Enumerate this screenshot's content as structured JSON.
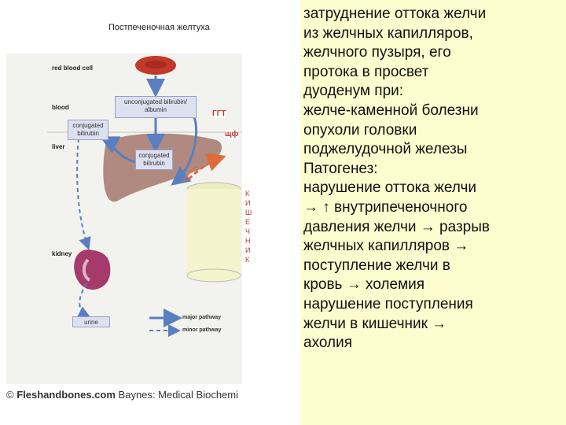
{
  "figure": {
    "title": "Постпеченочная желтуха",
    "labels": {
      "red_blood_cell": "red blood cell",
      "blood": "blood",
      "liver": "liver",
      "kidney": "kidney"
    },
    "boxes": {
      "unconjugated": "unconjugated bilirubin/ albumin",
      "conjugated_blood": "conjugated bilirubin",
      "conjugated_liver": "conjugated bilirubin",
      "urine": "urine"
    },
    "enzymes": {
      "ggt": "ГГТ",
      "alp": "щф"
    },
    "intestine_letters": [
      "К",
      "И",
      "Ш",
      "Е",
      "Ч",
      "Н",
      "И",
      "К"
    ],
    "legend": {
      "major": "major pathway",
      "minor": "minor pathway"
    },
    "credit": {
      "site": "Fleshandbones.com",
      "source": "Baynes: Medical Biochemi"
    },
    "colors": {
      "arrow": "#5a7fc0",
      "enzyme_arrow": "#e06a3a",
      "rbc": "#c0392b",
      "liver": "#b08a80",
      "kidney": "#a63a6a"
    }
  },
  "text_lines": [
    "затруднение оттока желчи",
    "из желчных капилляров,",
    "желчного пузыря, его",
    "протока в просвет",
    "дуоденум при:",
    "желче-каменной болезни",
    "опухоли головки",
    "поджелудочной железы",
    "Патогенез:",
    "нарушение оттока желчи",
    "→ ↑ внутрипеченочного",
    "давления желчи → разрыв",
    "желчных капилляров →",
    "поступление желчи в",
    "кровь → холемия",
    "нарушение поступления",
    "желчи в кишечник →",
    "ахолия"
  ]
}
